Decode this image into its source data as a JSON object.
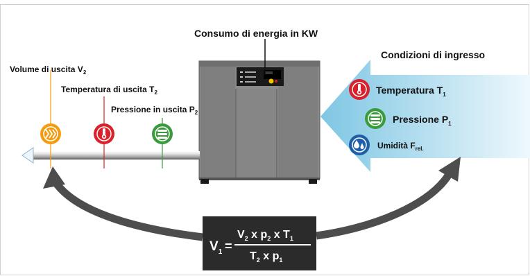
{
  "title": "Consumo di energia in KW",
  "outlet": {
    "volume": {
      "label": "Volume di uscita V",
      "sub": "2",
      "color": "#f39c12"
    },
    "temperature": {
      "label": "Temperatura di uscita T",
      "sub": "2",
      "color": "#d9202b"
    },
    "pressure": {
      "label": "Pressione in uscita P",
      "sub": "2",
      "color": "#3a9a3c"
    }
  },
  "inlet": {
    "heading": "Condizioni di ingresso",
    "temperature": {
      "label": "Temperatura T",
      "sub": "1",
      "color": "#d9202b"
    },
    "pressure": {
      "label": "Pressione P",
      "sub": "1",
      "color": "#3a9a3c"
    },
    "humidity": {
      "label": "Umidità F",
      "sub": "rel.",
      "color": "#1f5fa8"
    }
  },
  "formula": {
    "lhs": "V",
    "lhs_sub": "1",
    "equals": "=",
    "num_v": "V",
    "num_v_sub": "2",
    "num_x1": " x p",
    "num_p_sub": "2",
    "num_x2": " x T",
    "num_t_sub": "1",
    "den_t": "T",
    "den_t_sub": "2",
    "den_x": " x p",
    "den_p_sub": "1"
  },
  "colors": {
    "arrow_gray": "#4d4d4d",
    "compressor": "#8a8a8a",
    "inlet_gradient_start": "#7fc6e3",
    "inlet_gradient_end": "#eef8fc"
  }
}
